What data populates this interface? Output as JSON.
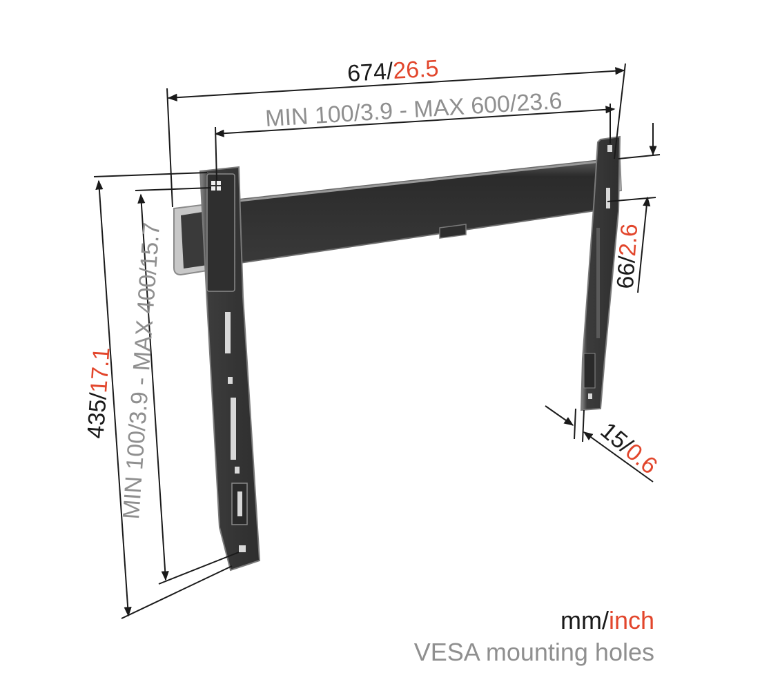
{
  "dimensions": {
    "overall_width": {
      "mm": "674",
      "sep": "/",
      "inch": "26.5"
    },
    "vesa_horizontal": {
      "text": "MIN 100/3.9 - MAX 600/23.6"
    },
    "overall_height": {
      "mm": "435",
      "sep": "/",
      "inch": "17.1"
    },
    "vesa_vertical": {
      "text": "MIN 100/3.9 - MAX 400/15.7"
    },
    "rail_height": {
      "mm": "66",
      "sep": "/",
      "inch": "2.6"
    },
    "wall_distance": {
      "mm": "15",
      "sep": "/",
      "inch": "0.6"
    }
  },
  "legend": {
    "units_mm": "mm",
    "units_sep": "/",
    "units_inch": "inch",
    "vesa_note": "VESA mounting holes"
  },
  "colors": {
    "primary_text": "#1a1a1a",
    "secondary_text": "#8f8f8f",
    "accent_inch": "#e2462c",
    "bracket_dark": "#3a3a3a",
    "bracket_edge": "#8a8a8a"
  }
}
